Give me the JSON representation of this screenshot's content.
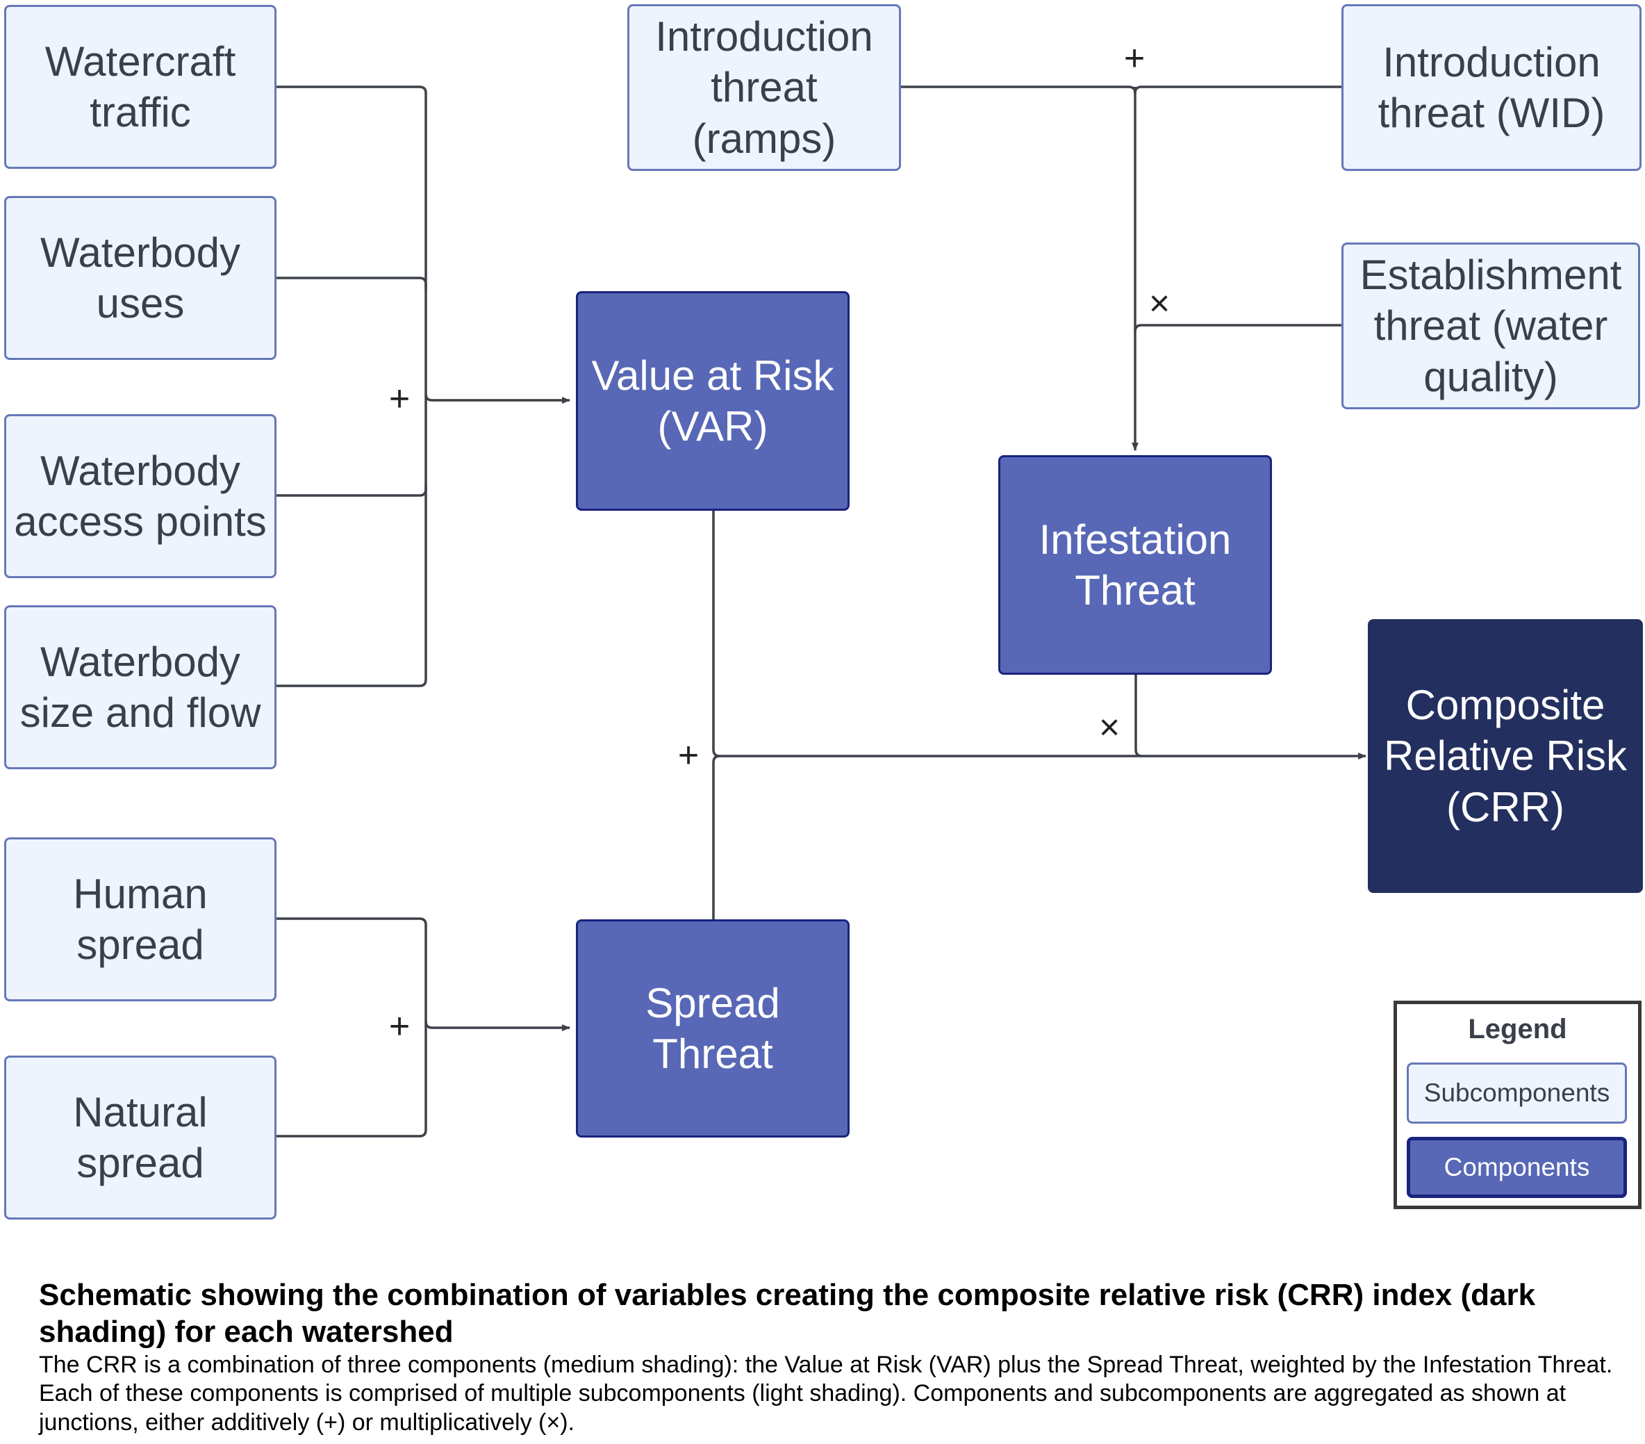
{
  "subcomponents": {
    "watercraft_traffic": "Watercraft\ntraffic",
    "waterbody_uses": "Waterbody\nuses",
    "waterbody_access_points": "Waterbody\naccess points",
    "waterbody_size_flow": "Waterbody\nsize and flow",
    "human_spread": "Human\nspread",
    "natural_spread": "Natural\nspread",
    "introduction_ramps": "Introduction\nthreat\n(ramps)",
    "introduction_wid": "Introduction\nthreat (WID)",
    "establishment_water_quality": "Establishment\nthreat (water\nquality)"
  },
  "components": {
    "value_at_risk": "Value at Risk\n(VAR)",
    "infestation_threat": "Infestation\nThreat",
    "spread_threat": "Spread\nThreat"
  },
  "composite": {
    "crr": "Composite\nRelative Risk\n(CRR)"
  },
  "operators": {
    "var_sum": "+",
    "intro_sum": "+",
    "establishment_product": "×",
    "var_spread_sum": "+",
    "infestation_product": "×",
    "spread_sum": "+"
  },
  "legend": {
    "title": "Legend",
    "subcomponents_label": "Subcomponents",
    "components_label": "Components"
  },
  "caption": {
    "title": "Schematic showing the combination of variables creating the composite relative risk (CRR) index (dark shading) for each watershed",
    "body": "The CRR is a combination of three components (medium shading): the Value at Risk (VAR) plus the Spread Threat, weighted by the Infestation Threat. Each of these components is comprised of multiple subcomponents (light shading). Components and subcomponents are aggregated as shown at junctions, either additively (+) or multiplicatively (×)."
  },
  "colors": {
    "subcomponent_fill": "#edf4fd",
    "component_fill": "#5868b6",
    "composite_fill": "#232f5f",
    "connector": "#3d4148"
  }
}
